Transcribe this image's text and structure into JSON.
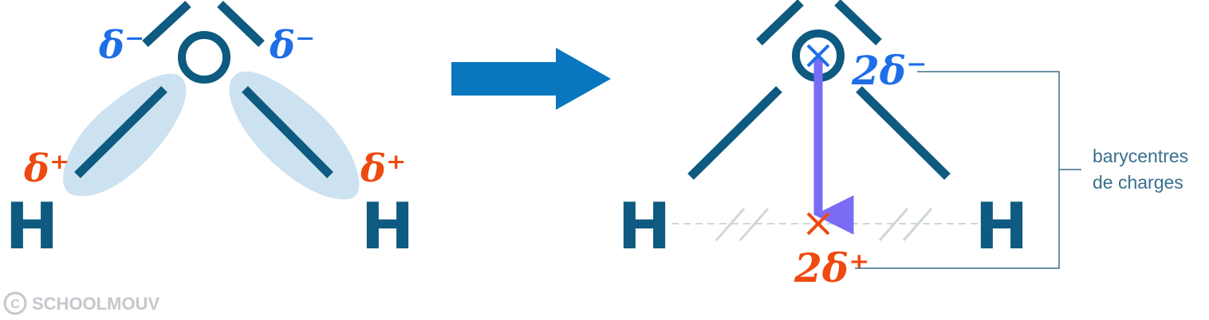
{
  "colors": {
    "bond": "#0e5a80",
    "negative": "#1e6ee8",
    "positive": "#ee4a10",
    "arrow": "#0877bf",
    "dipole": "#7a6cf5",
    "cloud": "#cce2f1",
    "dashed": "#cfd6da",
    "bracket": "#3a6f8c",
    "watermark": "#c4c8cc"
  },
  "left_molecule": {
    "oxygen": "O",
    "hydrogen_left": "H",
    "hydrogen_right": "H",
    "delta_neg_left": "δ⁻",
    "delta_neg_right": "δ⁻",
    "delta_pos_left": "δ⁺",
    "delta_pos_right": "δ⁺"
  },
  "right_molecule": {
    "oxygen": "O",
    "hydrogen_left": "H",
    "hydrogen_right": "H",
    "charge_neg": "2δ⁻",
    "charge_pos": "2δ⁺"
  },
  "annotation": {
    "line1": "barycentres",
    "line2": "de charges"
  },
  "watermark": {
    "copyright_symbol": "C",
    "text": "SCHOOLMOUV"
  }
}
